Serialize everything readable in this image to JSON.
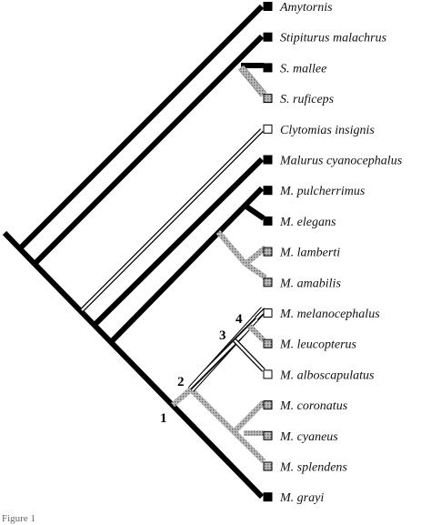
{
  "figure": {
    "caption": "Figure 1"
  },
  "legend_colors": {
    "black": "#000000",
    "stipple": "#9a9a9a",
    "hatched": "#555555",
    "open": "#ffffff"
  },
  "taxa": [
    {
      "name": "Amytornis",
      "state": "black"
    },
    {
      "name": "Stipiturus malachrus",
      "state": "black"
    },
    {
      "name": "S. mallee",
      "state": "black"
    },
    {
      "name": "S. ruficeps",
      "state": "stipple"
    },
    {
      "name": "Clytomias insignis",
      "state": "open"
    },
    {
      "name": "Malurus cyanocephalus",
      "state": "black"
    },
    {
      "name": "M. pulcherrimus",
      "state": "black"
    },
    {
      "name": "M. elegans",
      "state": "black"
    },
    {
      "name": "M. lamberti",
      "state": "stipple"
    },
    {
      "name": "M. amabilis",
      "state": "stipple"
    },
    {
      "name": "M. melanocephalus",
      "state": "open"
    },
    {
      "name": "M. leucopterus",
      "state": "stipple"
    },
    {
      "name": "M. alboscapulatus",
      "state": "open"
    },
    {
      "name": "M. coronatus",
      "state": "stipple"
    },
    {
      "name": "M. cyaneus",
      "state": "stipple"
    },
    {
      "name": "M. splendens",
      "state": "stipple"
    },
    {
      "name": "M. grayi",
      "state": "black"
    }
  ],
  "node_labels": [
    "1",
    "2",
    "3",
    "4"
  ]
}
